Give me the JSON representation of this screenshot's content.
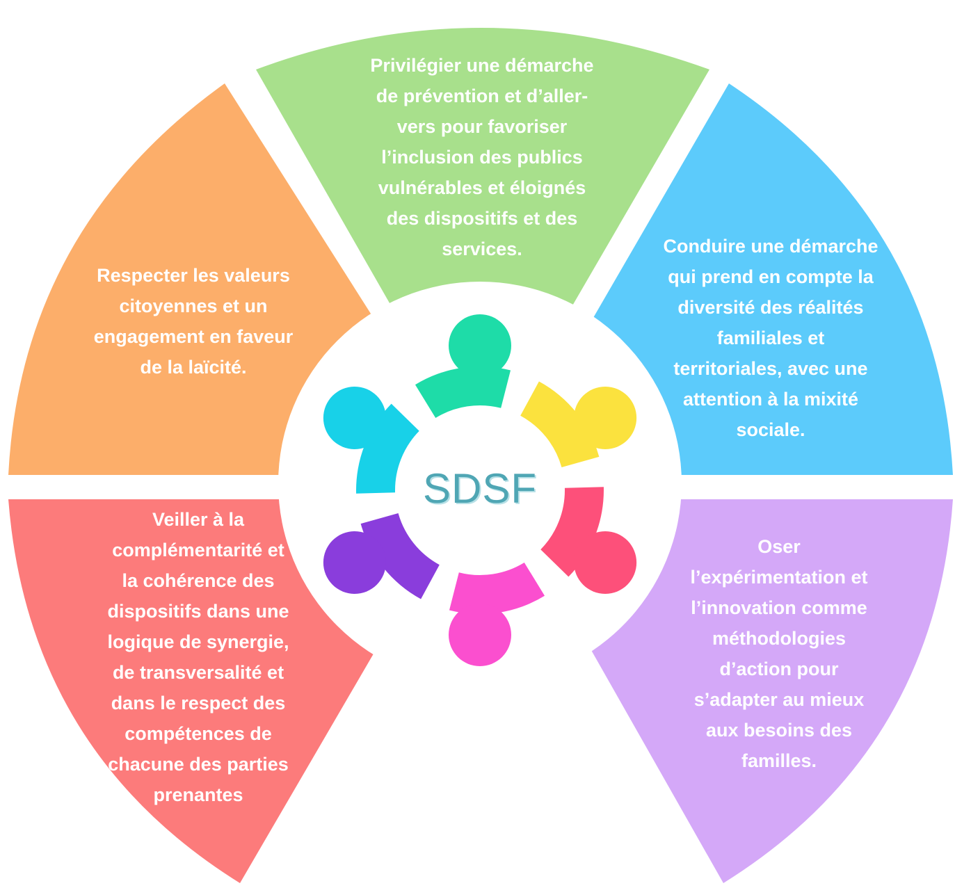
{
  "segments": {
    "top": {
      "text": "Privilégier une démarche\nde prévention et d’aller-\nvers pour favoriser\nl’inclusion des publics\nvulnérables et éloignés\ndes dispositifs et des\nservices.",
      "color": "#a8e08c"
    },
    "left": {
      "text": "Respecter les valeurs\ncitoyennes et un\nengagement en faveur\nde la laïcité.",
      "color": "#fcae6a"
    },
    "right": {
      "text": "Conduire une démarche\nqui prend en compte la\ndiversité des réalités\nfamiliales et\nterritoriales, avec une\nattention à la mixité\nsociale.",
      "color": "#5ccbfb"
    },
    "bottom_left": {
      "text": "Veiller à la\ncomplémentarité et\nla cohérence des\ndispositifs dans une\nlogique de synergie,\nde transversalité et\ndans le respect des\ncompétences de\nchacune des parties\nprenantes",
      "color": "#fc7b7b"
    },
    "bottom_right": {
      "text": "Oser\nl’expérimentation et\nl’innovation comme\nméthodologies\nd’action pour\ns’adapter au mieux\naux besoins des\nfamilles.",
      "color": "#d4a8f8"
    }
  },
  "center": {
    "label": "SDSF",
    "label_color": "#4fa6b4",
    "logo_icon": "community-circle-icon",
    "figure_colors": [
      "#1edca8",
      "#fbe23e",
      "#fd507a",
      "#fb4fcf",
      "#8a3ddc",
      "#18d1e8"
    ]
  }
}
